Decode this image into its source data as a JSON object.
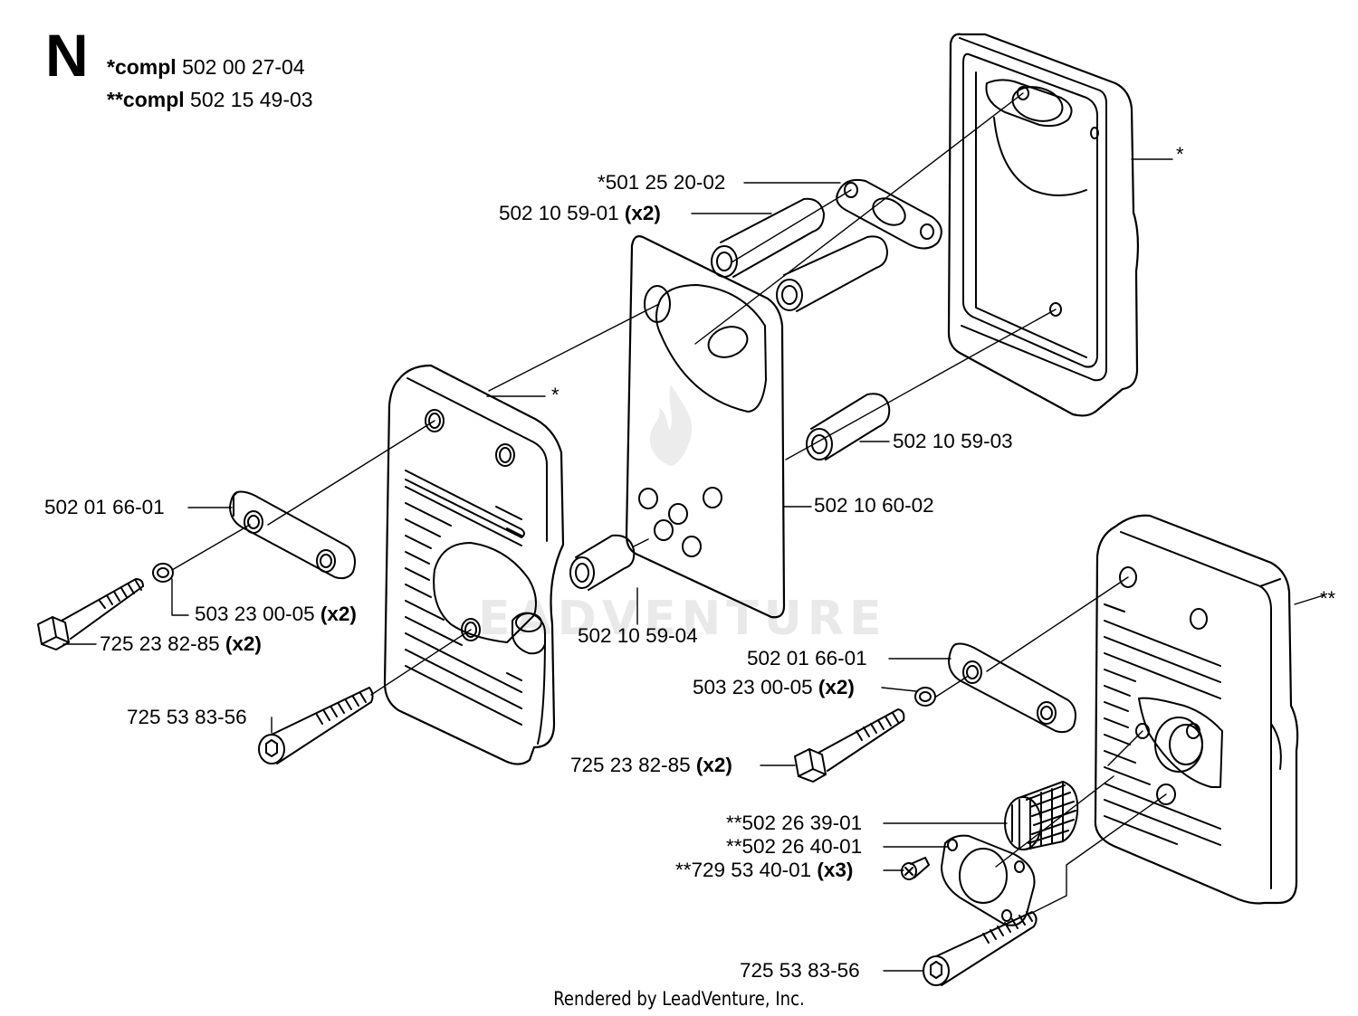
{
  "header": {
    "section_letter": "N",
    "compl_1_prefix": "*compl",
    "compl_1_number": "502 00 27-04",
    "compl_2_prefix": "**compl",
    "compl_2_number": "502 15 49-03"
  },
  "watermark": "EADVENTURE",
  "callouts": {
    "gasket_top": {
      "number": "*501 25 20-02"
    },
    "spacer_x2": {
      "number": "502 10 59-01",
      "qty": "(x2)"
    },
    "cover_left_star": "*",
    "cover_right_star": "*",
    "muffler_star": "**",
    "spacer_03": {
      "number": "502 10 59-03"
    },
    "plate": {
      "number": "502 10 60-02"
    },
    "spacer_04": {
      "number": "502 10 59-04"
    },
    "strap_left": {
      "number": "502 01 66-01"
    },
    "washer_left": {
      "number": "503 23 00-05",
      "qty": "(x2)"
    },
    "bolt_left": {
      "number": "725 23 82-85",
      "qty": "(x2)"
    },
    "long_bolt_left": {
      "number": "725 53 83-56"
    },
    "strap_right": {
      "number": "502 01 66-01"
    },
    "washer_right": {
      "number": "503 23 00-05",
      "qty": "(x2)"
    },
    "bolt_right": {
      "number": "725 23 82-85",
      "qty": "(x2)"
    },
    "screen": {
      "number": "**502 26 39-01"
    },
    "deflector": {
      "number": "**502 26 40-01"
    },
    "screw": {
      "number": "**729 53 40-01",
      "qty": "(x3)"
    },
    "long_bolt_right": {
      "number": "725 53 83-56"
    }
  },
  "footer": "Rendered by LeadVenture, Inc."
}
